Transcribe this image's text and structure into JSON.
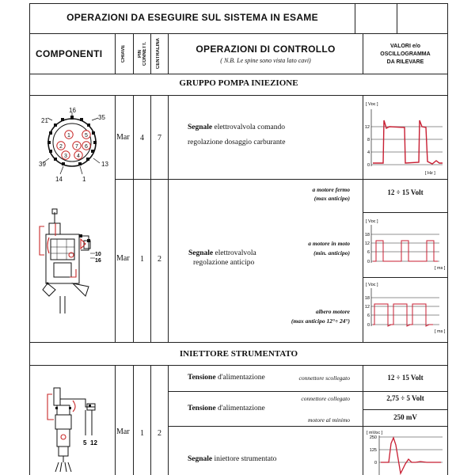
{
  "header": {
    "title": "OPERAZIONI DA ESEGUIRE SUL SISTEMA IN ESAME",
    "componenti": "COMPONENTI",
    "chiave": "CHIAVE",
    "pin": "PIN",
    "connett": "CONNETT.",
    "centralina": "CENTRALINA",
    "operazioni": "OPERAZIONI DI CONTROLLO",
    "nb": "( N.B. Le spine sono vista lato cavi)",
    "valori_1": "VALORI e/o",
    "valori_2": "OSCILLOGRAMMA",
    "valori_3": "DA RILEVARE"
  },
  "section1": {
    "title": "GRUPPO POMPA INIEZIONE",
    "row1": {
      "chiave": "Mar",
      "pin": "4",
      "centralina": "7",
      "signal_bold": "Segnale",
      "signal_rest": " elettrovalvola comando",
      "signal_line2": "regolazione dosaggio carburante",
      "connector_labels": [
        "16",
        "35",
        "21",
        "39",
        "13",
        "14",
        "1"
      ],
      "pin_numbers": [
        "1",
        "7",
        "6",
        "5",
        "4",
        "3",
        "2"
      ]
    },
    "row2": {
      "chiave": "Mar",
      "pin": "1",
      "centralina": "2",
      "signal_bold": "Segnale",
      "signal_rest": " elettrovalvola",
      "signal_line2": "regolazione anticipo",
      "cond1_a": "a motore fermo",
      "cond1_b": "(max anticipo)",
      "value1": "12 ÷ 15  Volt",
      "cond2_a": "a motore in moto",
      "cond2_b": "(min. anticipo)",
      "cond3_a": "albero motore",
      "cond3_b": "(max anticipo 12°÷ 24°)",
      "pump_labels": [
        "10",
        "16"
      ]
    }
  },
  "section2": {
    "title": "INIETTORE STRUMENTATO",
    "chiave": "Mar",
    "pin": "1",
    "centralina": "2",
    "t1_bold": "Tensione",
    "t1_rest": " d'alimentazione",
    "t1_cond": "connettore scollegato",
    "t1_value": "12 ÷ 15  Volt",
    "t2_cond": "connettore collegato",
    "t2_value": "2,75 ÷ 5  Volt",
    "t2_bold": "Tensione",
    "t2_rest": " d'alimentazione",
    "t3_cond": "motore al minimo",
    "t3_value": "250 mV",
    "s_bold": "Segnale",
    "s_rest": " iniettore strumentato",
    "inj_labels": [
      "5",
      "12"
    ]
  },
  "charts": {
    "c1": {
      "ylabel": "[ Vᴅᴄ ]",
      "xlabel": "[ Hz ]",
      "ticks": [
        "12",
        "8",
        "4",
        "0"
      ]
    },
    "c2": {
      "ylabel": "[ Vᴅᴄ ]",
      "xlabel": "[ ms ]",
      "ticks": [
        "18",
        "12",
        "6",
        "0"
      ]
    },
    "c3": {
      "ylabel": "[ Vᴅᴄ ]",
      "xlabel": "[ ms ]",
      "ticks": [
        "18",
        "12",
        "6",
        "0"
      ]
    },
    "c4": {
      "ylabel": "[ mVᴅᴄ ]",
      "ticks": [
        "250",
        "125",
        "0"
      ]
    }
  }
}
